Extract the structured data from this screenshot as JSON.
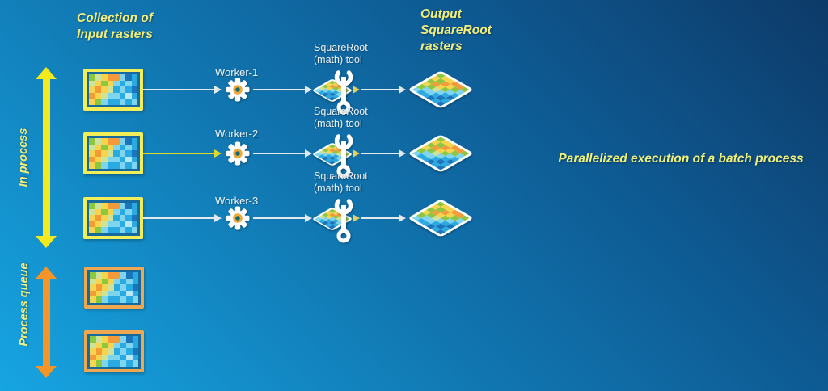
{
  "headings": {
    "input": [
      "Collection of",
      "Input rasters"
    ],
    "output": [
      "Output",
      "SquareRoot",
      "rasters"
    ]
  },
  "caption": "Parallelized execution of a batch process",
  "side_labels": {
    "in_process": "In process",
    "process_queue": "Process queue"
  },
  "rows": [
    {
      "worker": "Worker-1",
      "tool_label": [
        "SquareRoot",
        "(math) tool"
      ],
      "input_link_color": "white"
    },
    {
      "worker": "Worker-2",
      "tool_label": [
        "SquareRoot",
        "(math) tool"
      ],
      "input_link_color": "yellow"
    },
    {
      "worker": "Worker-3",
      "tool_label": [
        "SquareRoot",
        "(math) tool"
      ],
      "input_link_color": "white"
    }
  ],
  "queue": {
    "raster_count": 2
  },
  "colors": {
    "bg_gradient_from": "#16a5e2",
    "bg_gradient_to": "#0d3a68",
    "heading_text": "#f2ee7d",
    "caption_text": "#eef07c",
    "white_text": "#eef3f5",
    "in_process_arrow": "#f2ea1e",
    "process_queue_arrow": "#f59427",
    "active_raster_frame": "#f1ee5a",
    "queued_raster_frame": "#f0a850",
    "flow_line": "#e5e9ec",
    "active_flow_line": "#ddd82a",
    "gear_center": "#edaa3c",
    "tool_output_connector": "#e6cf5e"
  },
  "raster_palette": {
    "g": "#8dc63f",
    "l": "#cde29b",
    "y": "#f6d44c",
    "o": "#f29b38",
    "c": "#7fd4ef",
    "b": "#29abe2",
    "d": "#1b75bc",
    "t": "#b8e6f5"
  },
  "raster_grids": {
    "input_rect": [
      "glyoocdb",
      "lygycbcb",
      "yoylbcbd",
      "oylccbtb",
      "ygcbbcbc"
    ],
    "output_diamond": [
      "gyyoog",
      "ygoygc",
      "goygcb",
      "yglcbd",
      "gccbdb",
      "cbbdbd"
    ],
    "tool_diamond": [
      "gyoyg",
      "yoglc",
      "gycbc",
      "lcbdb",
      "cbdbd"
    ]
  }
}
